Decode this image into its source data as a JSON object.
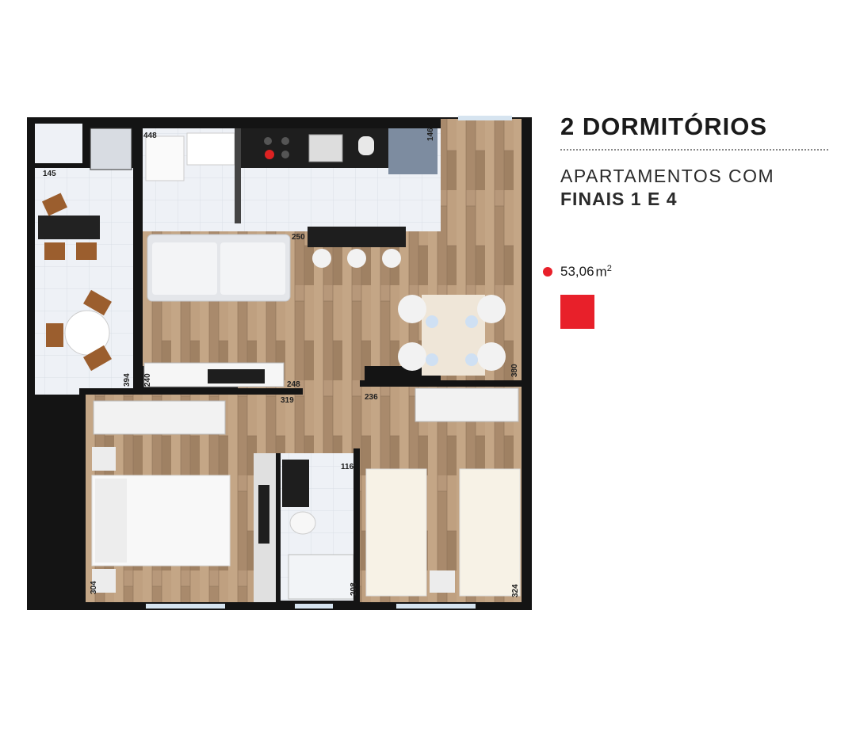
{
  "plan": {
    "dimensions": {
      "d448": "448",
      "d146": "146",
      "d145": "145",
      "d250": "250",
      "d394": "394",
      "d240": "240",
      "d248": "248",
      "d319": "319",
      "d236": "236",
      "d380": "380",
      "d116": "116",
      "d304": "304",
      "d208": "208",
      "d324": "324"
    }
  },
  "info": {
    "title": "2 DORMITÓRIOS",
    "subtitle_line1": "APARTAMENTOS COM",
    "subtitle_line2": "FINAIS 1 E 4",
    "area_value": "53,06",
    "area_unit": "m",
    "area_unit_exp": "2",
    "accent_color": "#e8202a"
  }
}
